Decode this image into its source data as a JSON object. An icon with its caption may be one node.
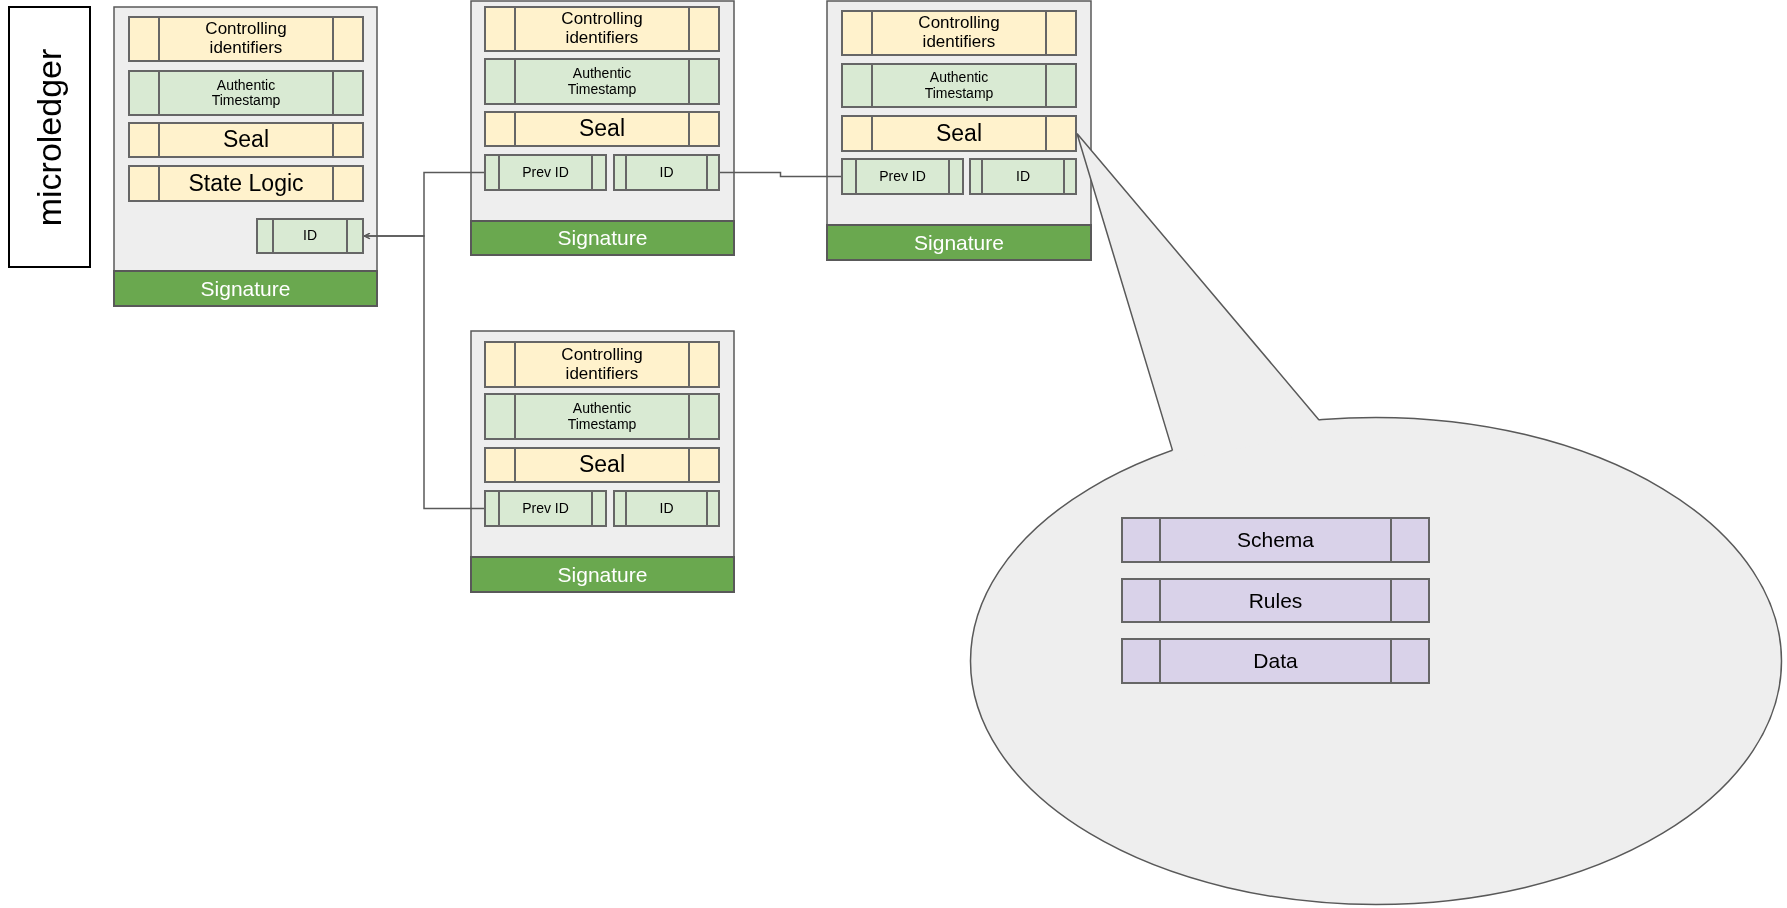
{
  "diagram": {
    "nodes": [
      {
        "text": [
          "microledger"
        ]
      },
      {
        "text": [],
        "shape": "box"
      },
      {
        "text": [
          "Controlling identifiers"
        ],
        "in": 1
      },
      {
        "text": [
          "Authentic Timestamp"
        ],
        "in": 1
      },
      {
        "text": [
          "Seal"
        ],
        "in": 1
      },
      {
        "text": [
          "State Logic"
        ],
        "in": 1
      },
      {
        "text": [
          "ID"
        ],
        "in": 1
      },
      {
        "text": [
          "Signature"
        ],
        "in": 1
      },
      {
        "text": [],
        "shape": "box"
      },
      {
        "text": [
          "Controlling identifiers"
        ],
        "in": 8
      },
      {
        "text": [
          "Authentic Timestamp"
        ],
        "in": 8
      },
      {
        "text": [
          "Seal"
        ],
        "in": 8
      },
      {
        "text": [
          "Prev ID"
        ],
        "in": 8
      },
      {
        "text": [
          "ID"
        ],
        "in": 8
      },
      {
        "text": [
          "Signature"
        ],
        "in": 8
      },
      {
        "text": [],
        "shape": "box"
      },
      {
        "text": [
          "Controlling identifiers"
        ],
        "in": 15
      },
      {
        "text": [
          "Authentic Timestamp"
        ],
        "in": 15
      },
      {
        "text": [
          "Seal"
        ],
        "in": 15
      },
      {
        "text": [
          "Prev ID"
        ],
        "in": 15
      },
      {
        "text": [
          "ID"
        ],
        "in": 15
      },
      {
        "text": [
          "Signature"
        ],
        "in": 15
      },
      {
        "text": [],
        "shape": "box"
      },
      {
        "text": [
          "Controlling identifiers"
        ],
        "in": 22
      },
      {
        "text": [
          "Authentic Timestamp"
        ],
        "in": 22
      },
      {
        "text": [
          "Seal"
        ],
        "in": 22
      },
      {
        "text": [
          "Prev ID"
        ],
        "in": 22
      },
      {
        "text": [
          "ID"
        ],
        "in": 22
      },
      {
        "text": [
          "Signature"
        ],
        "in": 22
      },
      {
        "text": [],
        "shape": "ellipse"
      },
      {
        "text": [
          "Schema"
        ],
        "in": 29
      },
      {
        "text": [
          "Rules"
        ],
        "in": 29
      },
      {
        "text": [
          "Data"
        ],
        "in": 29
      }
    ],
    "edges": [
      {
        "from": 12,
        "to": 6,
        "arrow": "to"
      },
      {
        "from": 26,
        "to": 6,
        "arrow": "to"
      },
      {
        "from": 13,
        "to": 19,
        "arrow": "none"
      },
      {
        "from": 29,
        "to": 18,
        "arrow": "none"
      }
    ]
  }
}
